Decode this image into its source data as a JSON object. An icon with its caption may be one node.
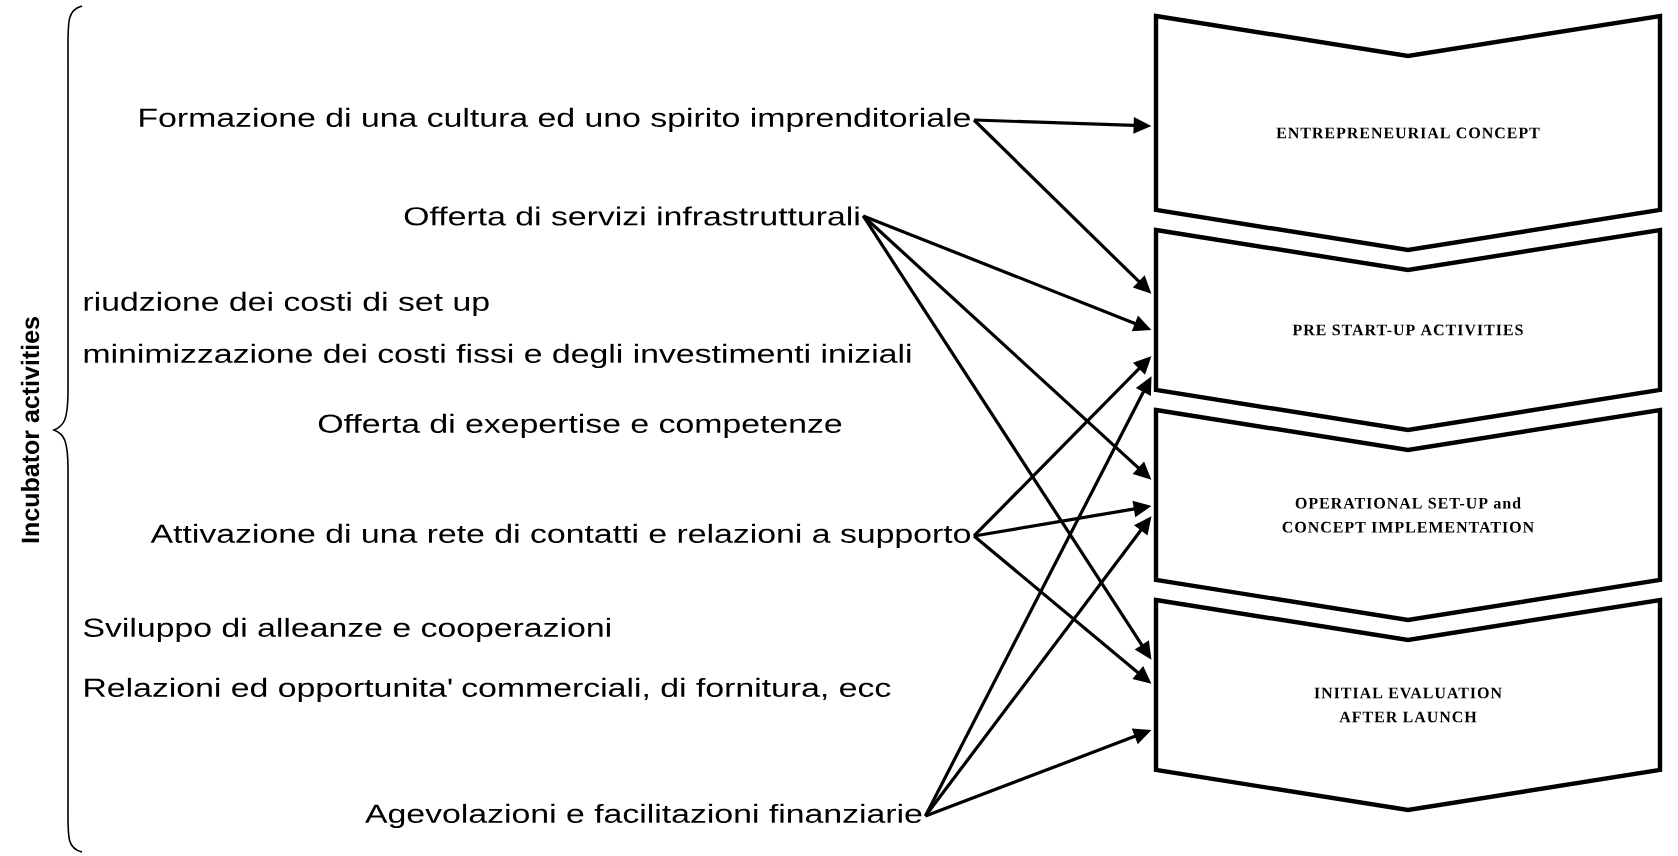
{
  "diagram": {
    "nodes": [
      {
        "text": [
          "Formazione di una cultura ed uno spirito imprenditoriale"
        ]
      },
      {
        "text": [
          "Offerta di servizi infrastrutturali"
        ]
      },
      {
        "text": [
          "Attivazione di una rete di contatti e relazioni a supporto"
        ]
      },
      {
        "text": [
          "Agevolazioni e facilitazioni finanziarie"
        ]
      },
      {
        "text": [
          "ENTREPRENEURIAL CONCEPT"
        ]
      },
      {
        "text": [
          "PRE START-UP ACTIVITIES"
        ]
      },
      {
        "text": [
          "OPERATIONAL SET-UP and CONCEPT IMPLEMENTATION"
        ]
      },
      {
        "text": [
          "INITIAL EVALUATION AFTER LAUNCH"
        ]
      }
    ],
    "edges": [
      {
        "from": 0,
        "to": 4,
        "arrow": "to"
      },
      {
        "from": 0,
        "to": 5,
        "arrow": "to"
      },
      {
        "from": 1,
        "to": 5,
        "arrow": "to"
      },
      {
        "from": 1,
        "to": 6,
        "arrow": "to"
      },
      {
        "from": 1,
        "to": 7,
        "arrow": "to"
      },
      {
        "from": 2,
        "to": 5,
        "arrow": "to"
      },
      {
        "from": 2,
        "to": 6,
        "arrow": "to"
      },
      {
        "from": 2,
        "to": 7,
        "arrow": "to"
      },
      {
        "from": 3,
        "to": 5,
        "arrow": "to"
      },
      {
        "from": 3,
        "to": 6,
        "arrow": "to"
      },
      {
        "from": 3,
        "to": 7,
        "arrow": "to"
      }
    ],
    "labels": [
      "Incubator activities",
      "riudzione dei costi di set up",
      "minimizzazione dei costi fissi e degli investimenti iniziali",
      "Offerta di exepertise e competenze",
      "Sviluppo di alleanze e cooperazioni",
      "Relazioni ed opportunita' commerciali, di fornitura, ecc"
    ]
  }
}
